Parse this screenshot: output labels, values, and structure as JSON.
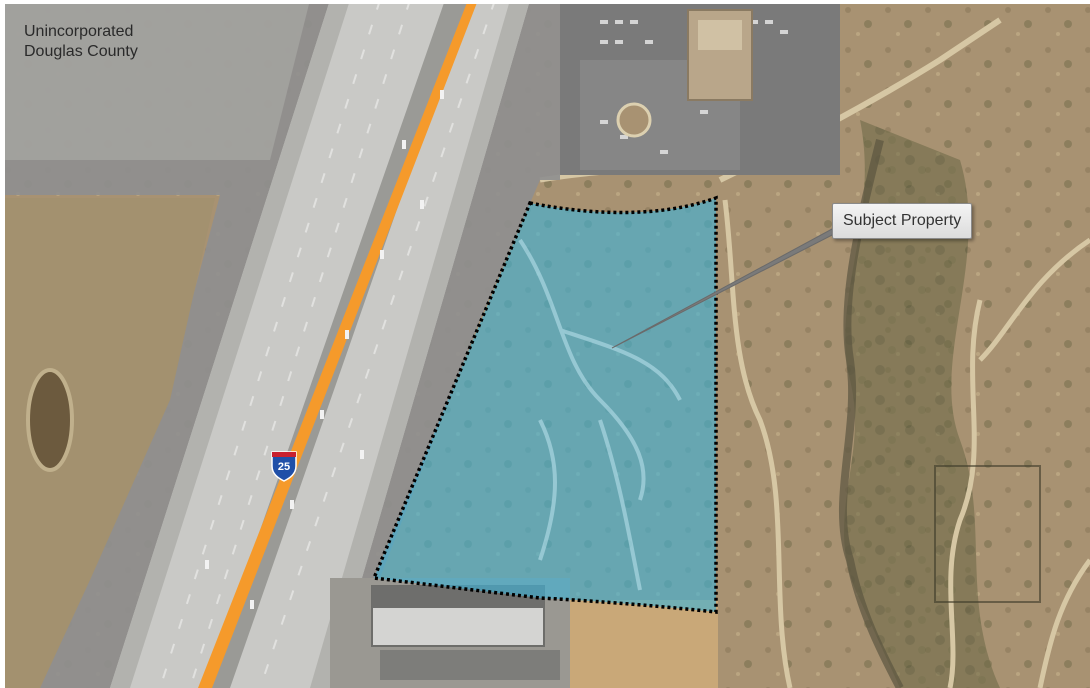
{
  "map": {
    "labels": {
      "county_line1": "Unincorporated",
      "county_line2": "Douglas County",
      "callout": "Subject Property",
      "highway_shield": "25"
    },
    "icons": {
      "highway_shield": "interstate-shield-icon"
    },
    "colors": {
      "parcel_fill": "#3fb3d8",
      "parcel_outline": "#000000",
      "highway_centerline": "#f59a2b",
      "shield_blue": "#1f4fa8",
      "shield_red": "#c8202f",
      "jurisdiction_overlay": "#8f8f8f"
    }
  }
}
